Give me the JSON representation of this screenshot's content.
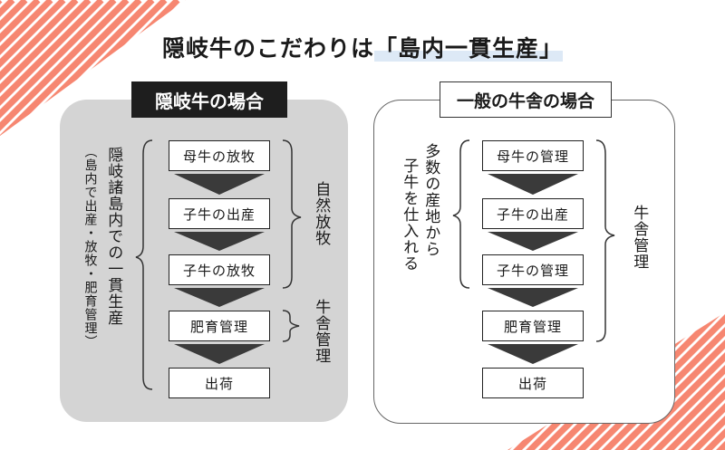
{
  "title": {
    "main": "隠岐牛のこだわりは",
    "highlight": "「島内一貫生産」"
  },
  "left": {
    "heading": "隠岐牛の場合",
    "steps": [
      "母牛の放牧",
      "子牛の出産",
      "子牛の放牧",
      "肥育管理",
      "出荷"
    ],
    "side_main": "隠岐諸島内での一貫生産",
    "side_sub": "（島内で出産・放牧・肥育管理）",
    "label_upper": "自然放牧",
    "label_lower": "牛舎管理"
  },
  "right": {
    "heading": "一般の牛舎の場合",
    "steps": [
      "母牛の管理",
      "子牛の出産",
      "子牛の管理",
      "肥育管理",
      "出荷"
    ],
    "side_main": "多数の産地から",
    "side_sub": "子牛を仕入れる",
    "label": "牛舎管理"
  },
  "colors": {
    "stripe_orange": "#f79b5c",
    "stripe_pink": "#f25a78",
    "arrow": "#3a3a3a",
    "panel_gray": "#d4d4d4"
  }
}
